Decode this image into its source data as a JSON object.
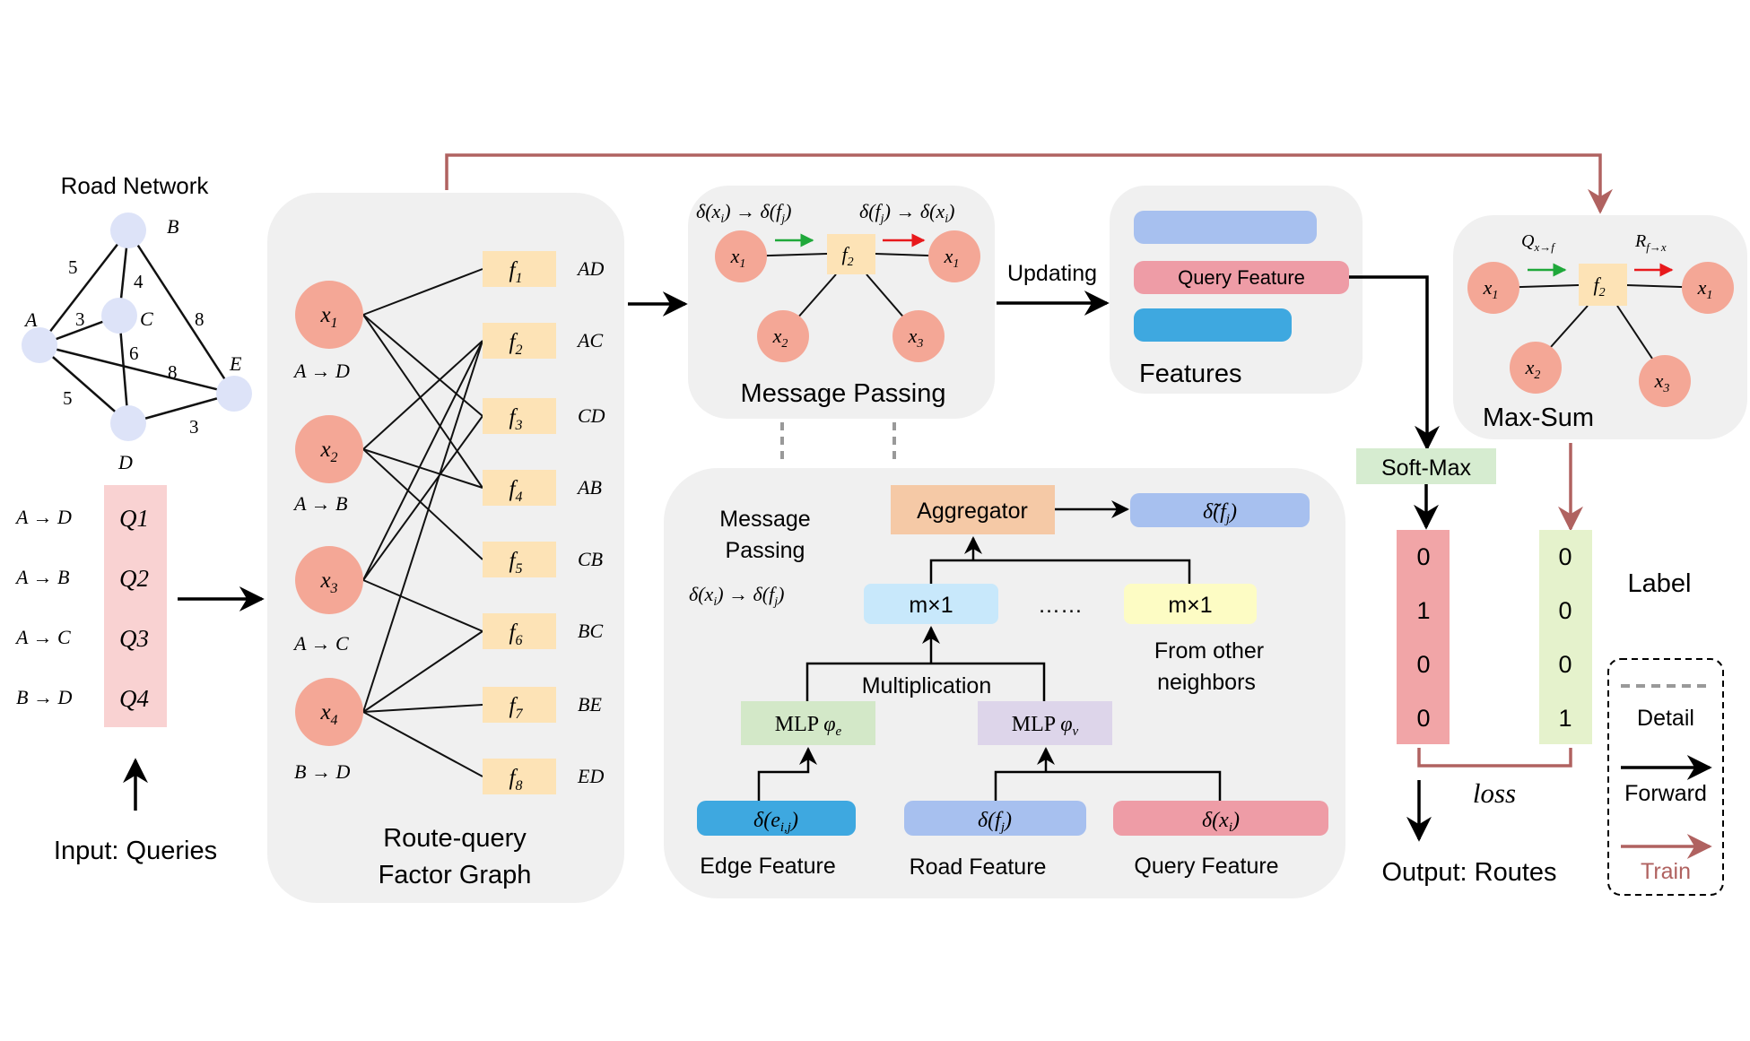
{
  "road_network": {
    "title": "Road Network",
    "nodes": [
      {
        "name": "A",
        "color": "#dde3f8"
      },
      {
        "name": "B",
        "color": "#dde3f8"
      },
      {
        "name": "C",
        "color": "#dde3f8"
      },
      {
        "name": "D",
        "color": "#dde3f8"
      },
      {
        "name": "E",
        "color": "#dde3f8"
      }
    ],
    "edges": [
      {
        "from": "A",
        "to": "B",
        "weight": "5"
      },
      {
        "from": "A",
        "to": "C",
        "weight": "3"
      },
      {
        "from": "B",
        "to": "C",
        "weight": "4"
      },
      {
        "from": "B",
        "to": "E",
        "weight": "8"
      },
      {
        "from": "C",
        "to": "D",
        "weight": "6"
      },
      {
        "from": "A",
        "to": "E",
        "weight": "8"
      },
      {
        "from": "A",
        "to": "D",
        "weight": "5"
      },
      {
        "from": "D",
        "to": "E",
        "weight": "3"
      }
    ]
  },
  "queries": {
    "routes": [
      "A → D",
      "A → B",
      "A → C",
      "B → D"
    ],
    "labels": [
      "Q1",
      "Q2",
      "Q3",
      "Q4"
    ],
    "input_label": "Input: Queries"
  },
  "factor_graph": {
    "title_line1": "Route-query",
    "title_line2": "Factor Graph",
    "variables": [
      {
        "label": "x1",
        "route": "A → D"
      },
      {
        "label": "x2",
        "route": "A → B"
      },
      {
        "label": "x3",
        "route": "A → C"
      },
      {
        "label": "x4",
        "route": "B → D"
      }
    ],
    "factors": [
      {
        "label": "f1",
        "edge": "AD"
      },
      {
        "label": "f2",
        "edge": "AC"
      },
      {
        "label": "f3",
        "edge": "CD"
      },
      {
        "label": "f4",
        "edge": "AB"
      },
      {
        "label": "f5",
        "edge": "CB"
      },
      {
        "label": "f6",
        "edge": "BC"
      },
      {
        "label": "f7",
        "edge": "BE"
      },
      {
        "label": "f8",
        "edge": "ED"
      }
    ]
  },
  "message_passing": {
    "title": "Message Passing",
    "msg_left": "δ(xi) → δ(fj)",
    "msg_right": "δ(fj) → δ(xi)",
    "updating": "Updating"
  },
  "features": {
    "title": "Features",
    "query_feature": "Query Feature"
  },
  "detail": {
    "title_line1": "Message",
    "title_line2": "Passing",
    "formula": "δ(xi) → δ(fj)",
    "aggregator": "Aggregator",
    "aggregated": "δ̃(fj)",
    "m1_left": "m×1",
    "m1_right": "m×1",
    "dots": "……",
    "other_line1": "From other",
    "other_line2": "neighbors",
    "multiplication": "Multiplication",
    "mlp_e": "MLP φe",
    "mlp_v": "MLP φv",
    "edge_feat": "δ(ei,j)",
    "road_feat": "δ(fj)",
    "query_feat": "δ(xi)",
    "edge_label": "Edge Feature",
    "road_label": "Road Feature",
    "query_label": "Query Feature"
  },
  "max_sum": {
    "title": "Max-Sum",
    "q_label": "Qx→f",
    "r_label": "Rf→x"
  },
  "output": {
    "softmax": "Soft-Max",
    "pred_vector": [
      "0",
      "1",
      "0",
      "0"
    ],
    "label_vector": [
      "0",
      "0",
      "0",
      "1"
    ],
    "label_title": "Label",
    "loss": "loss",
    "output_label": "Output: Routes"
  },
  "legend": {
    "detail": "Detail",
    "forward": "Forward",
    "train": "Train"
  },
  "colors": {
    "panel": "#f0f0f0",
    "variable_node": "#f4a796",
    "factor_node": "#fde3b6",
    "query_box": "#f9d2d2",
    "feature_light_blue": "#a7c0ef",
    "feature_pink": "#ee9ca6",
    "feature_blue": "#3ea8e0",
    "aggregator": "#f5c9a6",
    "m1_blue": "#c8e8fb",
    "m1_yellow": "#fdfcc4",
    "mlp_e": "#d3e8c8",
    "mlp_v": "#ddd5ea",
    "softmax": "#d6ecd0",
    "pred_vector": "#f1a5a7",
    "label_vector": "#e5f2cc",
    "train_arrow": "#b06260",
    "green_arrow": "#1fa83a",
    "red_arrow": "#e8191c"
  }
}
